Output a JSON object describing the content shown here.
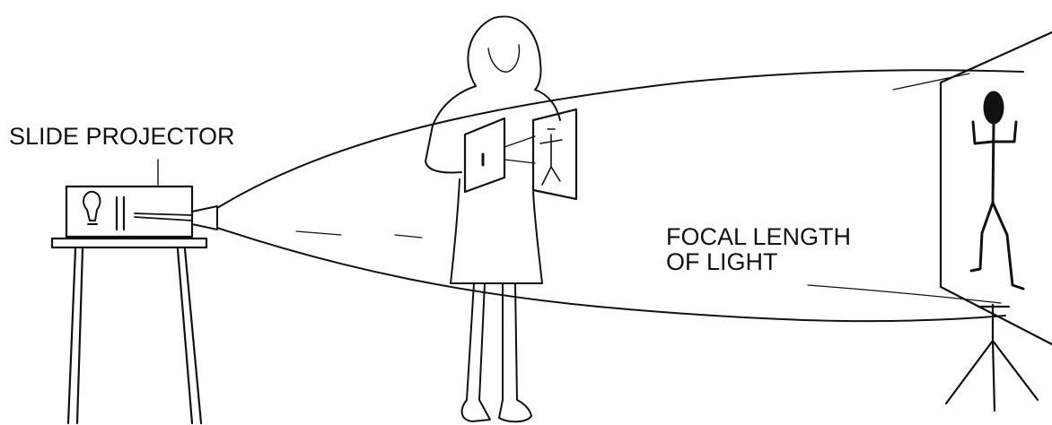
{
  "labels": {
    "slide_projector": "SLIDE PROJECTOR",
    "focal_length_line1": "FOCAL LENGTH",
    "focal_length_line2": "OF LIGHT"
  },
  "colors": {
    "ink": "#111111",
    "background": "#ffffff"
  }
}
